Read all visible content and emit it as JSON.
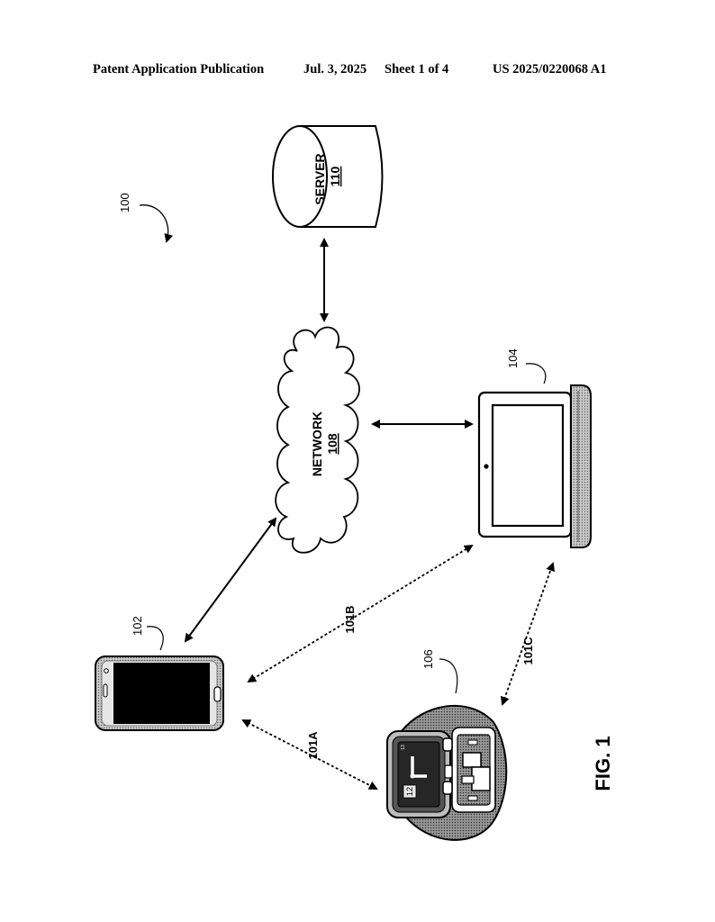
{
  "header": {
    "publication": "Patent Application Publication",
    "date": "Jul. 3, 2025",
    "sheet": "Sheet 1 of 4",
    "number": "US 2025/0220068 A1"
  },
  "figure": {
    "ref_system": "100",
    "server": {
      "name": "SERVER",
      "ref": "110"
    },
    "network": {
      "name": "NETWORK",
      "ref": "108"
    },
    "phone_ref": "102",
    "laptop_ref": "104",
    "watch_ref": "106",
    "watch_time": "12",
    "watch_small": "13",
    "link_a": "101A",
    "link_b": "101B",
    "link_c": "101C",
    "caption": "FIG. 1"
  }
}
